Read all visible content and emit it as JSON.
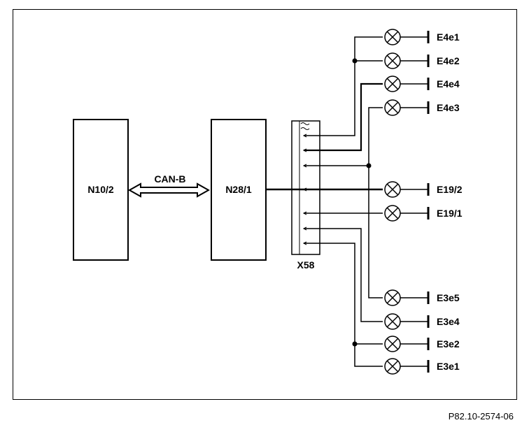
{
  "modules": {
    "n10_2": "N10/2",
    "n28_1": "N28/1",
    "bus": "CAN-B",
    "connector": "X58"
  },
  "lamps": {
    "e4e1": "E4e1",
    "e4e2": "E4e2",
    "e4e4": "E4e4",
    "e4e3": "E4e3",
    "e19_2": "E19/2",
    "e19_1": "E19/1",
    "e3e5": "E3e5",
    "e3e4": "E3e4",
    "e3e2": "E3e2",
    "e3e1": "E3e1"
  },
  "reference": "P82.10-2574-06"
}
